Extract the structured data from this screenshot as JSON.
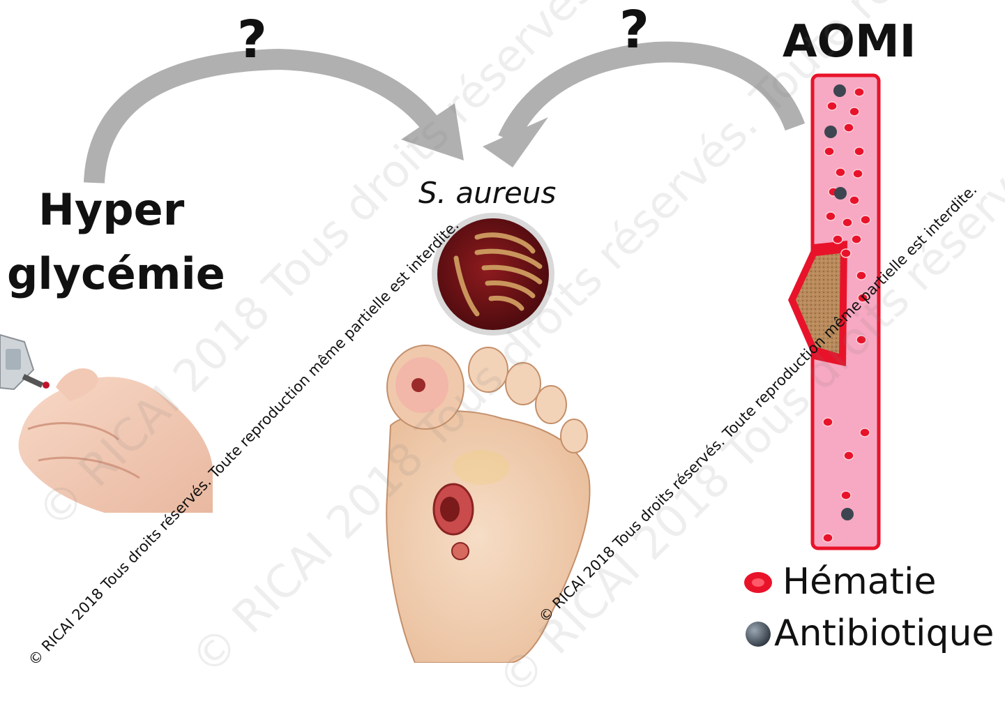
{
  "diagram": {
    "question_left": "?",
    "question_right": "?",
    "title_aomi": "AOMI",
    "hyper_line1": "Hyper",
    "hyper_line2": "glycémie",
    "bacteria_label": "S. aureus",
    "legend": {
      "red_cell": "Hématie",
      "antibiotic": "Antibiotique"
    },
    "watermark_text": "© RICAI 2018 Tous droits réservés. Toute reproduction même partielle est interdite."
  },
  "colors": {
    "arrow_gray": "#b3b3b3",
    "vessel_fill": "#f7a8c2",
    "vessel_stroke": "#e8132a",
    "red_cell": "#e8132a",
    "antibiotic": "#3d4650",
    "plaque": "#b88a5c"
  },
  "icons": {
    "hand": "glucose-meter-hand-icon",
    "petri": "petri-dish-icon",
    "foot": "foot-ulcer-icon",
    "vessel": "blood-vessel-icon"
  }
}
